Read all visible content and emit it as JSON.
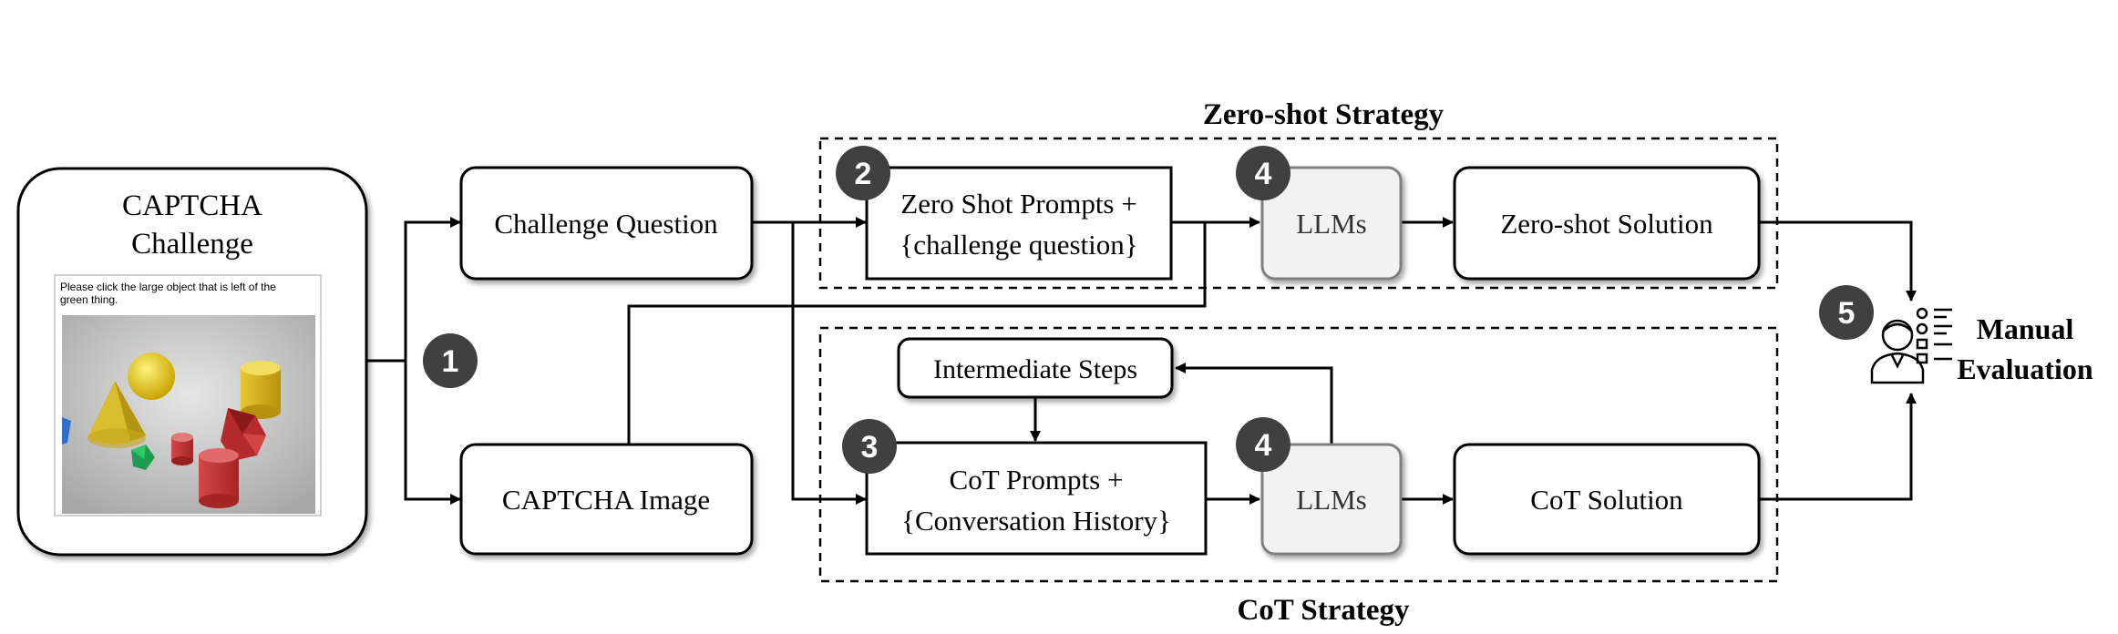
{
  "captcha": {
    "title_line1": "CAPTCHA",
    "title_line2": "Challenge",
    "prompt_line1": "Please click the large object that is left of the",
    "prompt_line2": "green thing."
  },
  "boxes": {
    "challenge_question": "Challenge Question",
    "captcha_image": "CAPTCHA Image",
    "zero_shot_prompts_line1": "Zero Shot Prompts +",
    "zero_shot_prompts_line2": "{challenge question}",
    "llms_zero": "LLMs",
    "zero_shot_solution": "Zero-shot Solution",
    "intermediate_steps": "Intermediate Steps",
    "cot_prompts_line1": "CoT Prompts +",
    "cot_prompts_line2": "{Conversation History}",
    "llms_cot": "LLMs",
    "cot_solution": "CoT Solution"
  },
  "strategies": {
    "zero_shot": "Zero-shot Strategy",
    "cot": "CoT Strategy"
  },
  "badges": {
    "step1": "1",
    "step2": "2",
    "step3": "3",
    "step4_top": "4",
    "step4_bottom": "4",
    "step5": "5"
  },
  "evaluation": {
    "line1": "Manual",
    "line2": "Evaluation"
  },
  "icons": {
    "evaluator": "evaluator-checklist-icon"
  },
  "colors": {
    "stroke": "#000000",
    "badge": "#404040",
    "llm_fill": "#f2f2f2",
    "llm_stroke": "#808080"
  }
}
